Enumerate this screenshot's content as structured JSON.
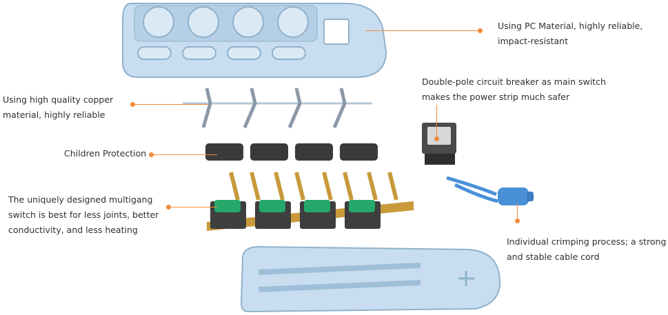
{
  "colors": {
    "accent": "#f08a3a",
    "housing": "#c8def0",
    "housing_edge": "#8fb1cc",
    "copper": "#c89a3a",
    "switch_green": "#25a86a",
    "dark": "#3a3a3a",
    "cable": "#4a90d9"
  },
  "labels": {
    "pc_material": [
      "Using PC Material, highly reliable,",
      "impact-resistant"
    ],
    "copper": [
      "Using high quality copper",
      "material, highly reliable"
    ],
    "breaker": [
      "Double-pole circuit breaker as main switch",
      "makes the power strip much safer"
    ],
    "children": [
      "Children Protection"
    ],
    "multigang": [
      "The uniquely designed multigang",
      "switch is best for less joints, better",
      "conductivity, and less heating"
    ],
    "crimping": [
      "Individual crimping process; a strong",
      "and stable cable cord"
    ]
  }
}
